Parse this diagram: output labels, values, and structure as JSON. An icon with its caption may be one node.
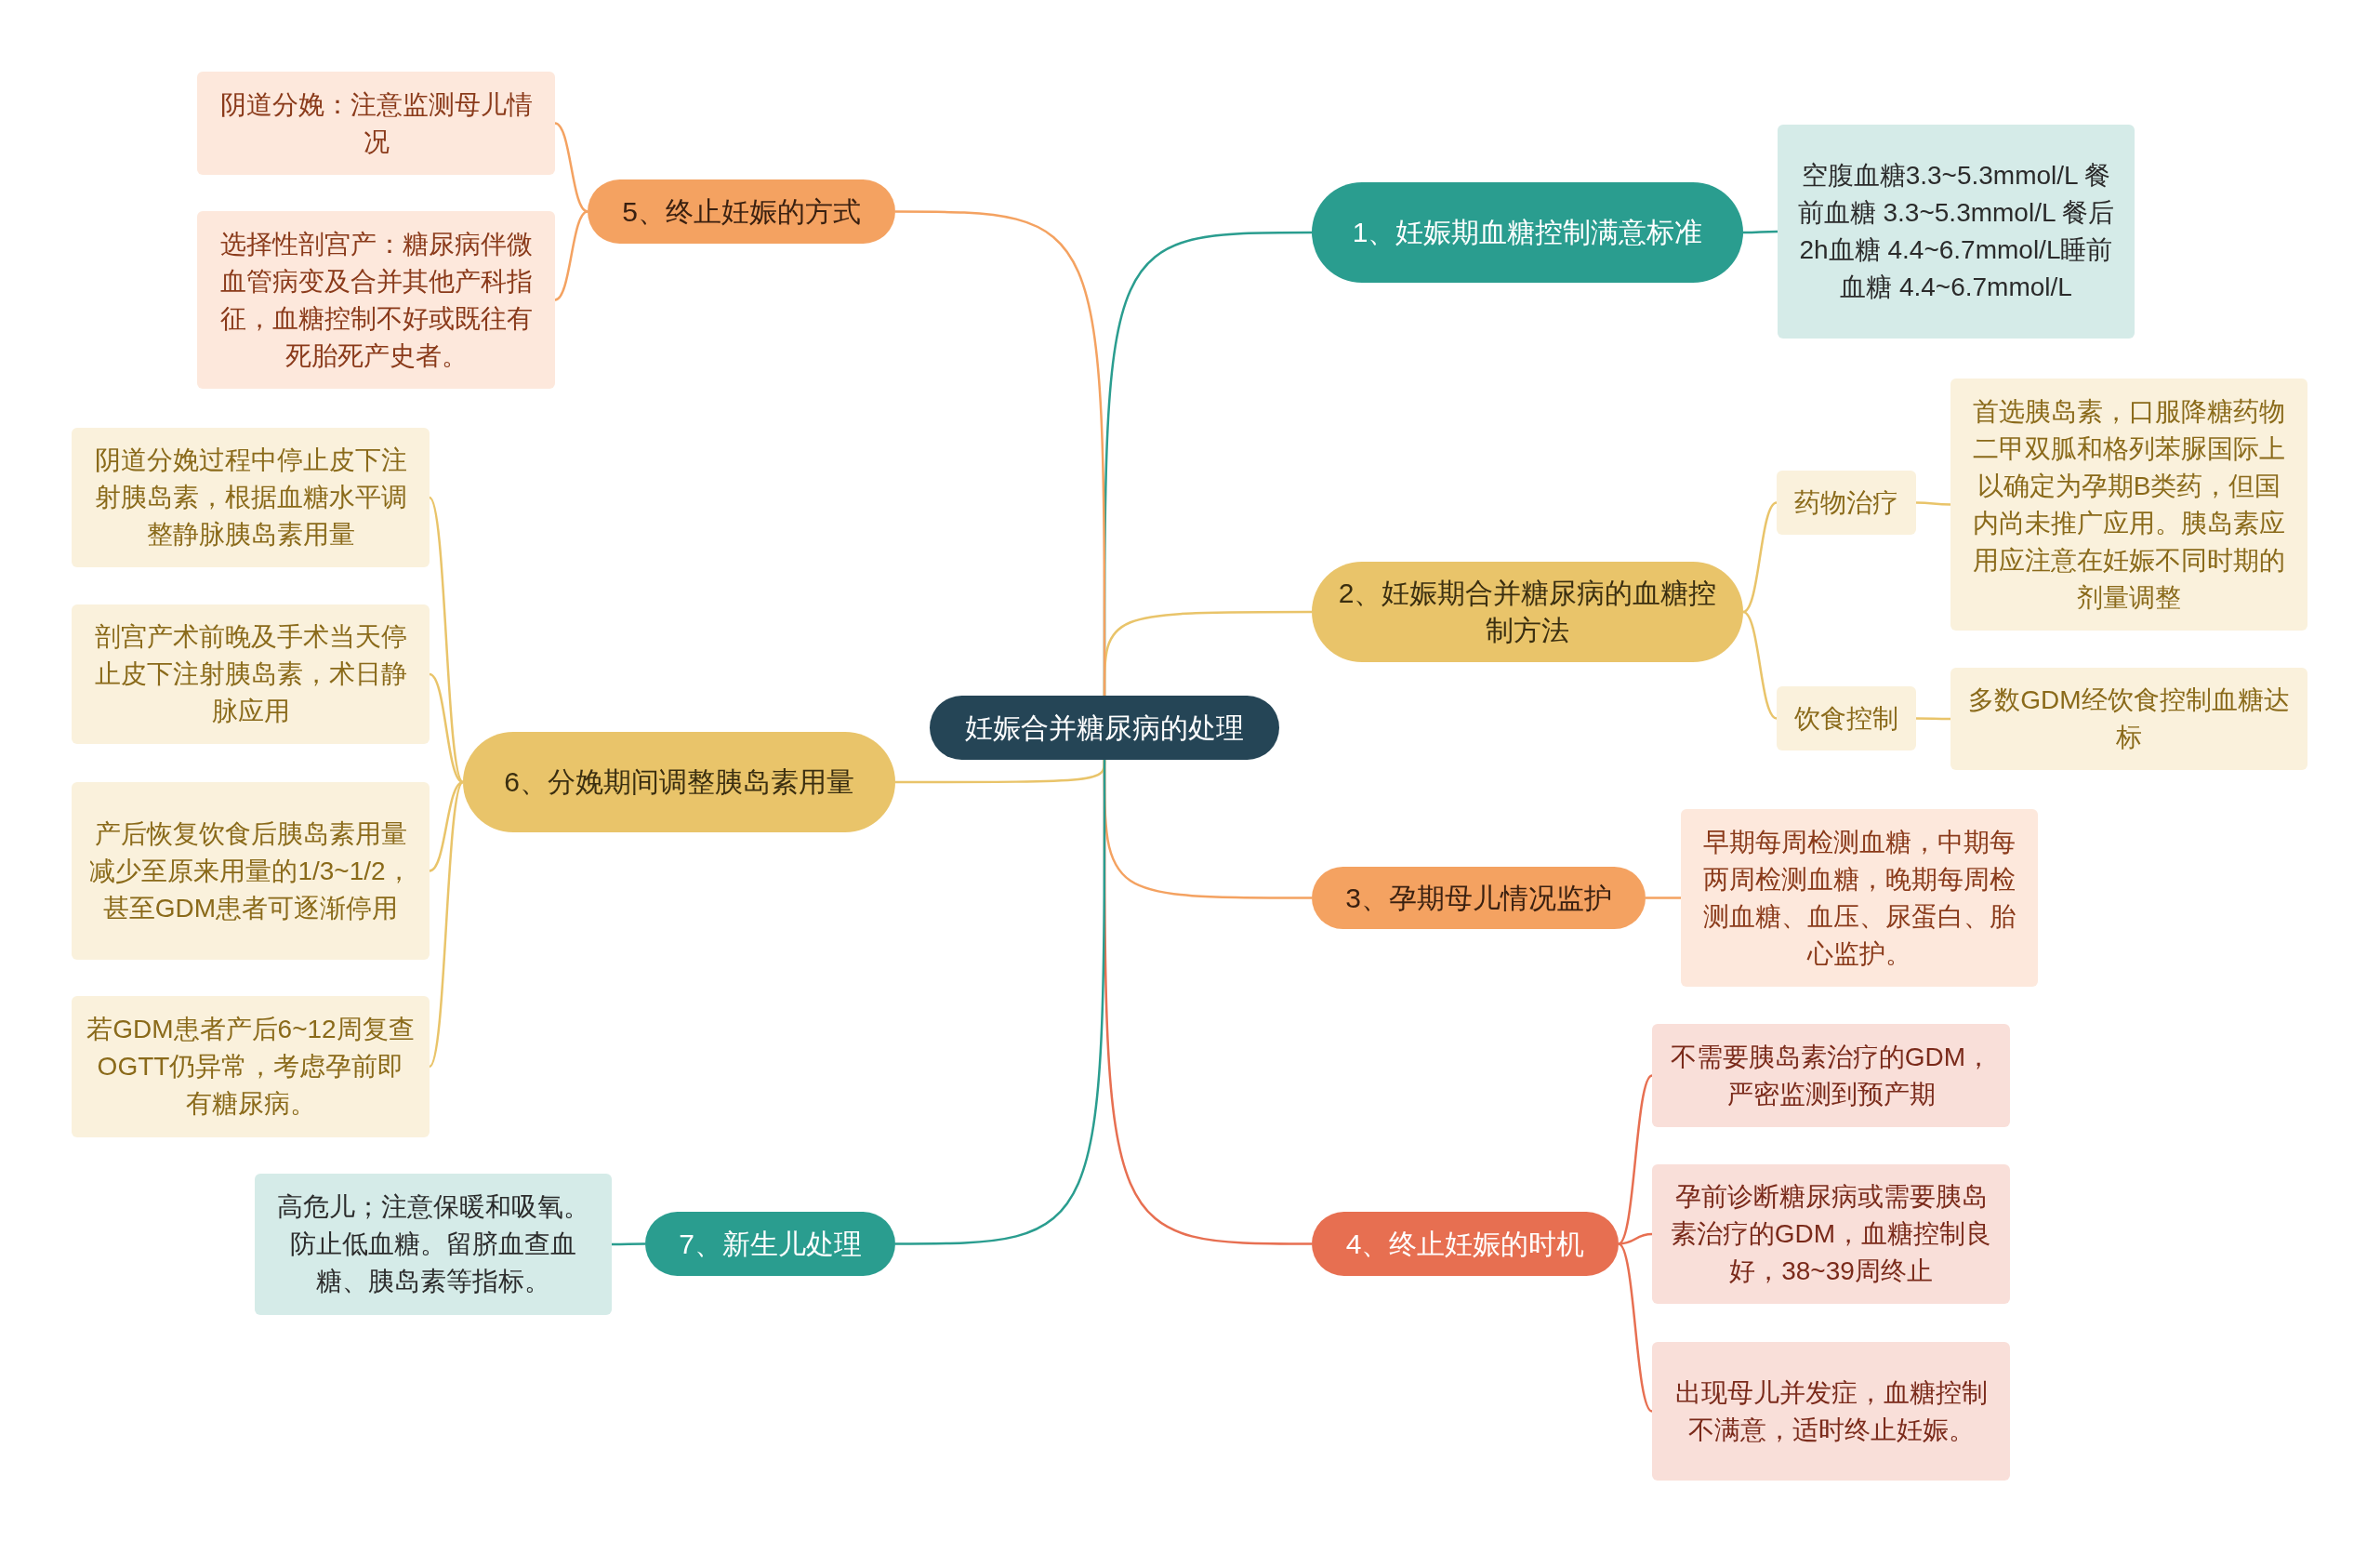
{
  "diagram": {
    "nodes": [
      {
        "text": [
          "妊娠合并糖尿病的处理"
        ]
      },
      {
        "text": [
          "1、妊娠期血糖控制满意标准"
        ]
      },
      {
        "text": [
          "空腹血糖3.3~5.3mmol/L 餐前血糖 3.3~5.3mmol/L 餐后2h血糖 4.4~6.7mmol/L睡前血糖 4.4~6.7mmol/L"
        ]
      },
      {
        "text": [
          "2、妊娠期合并糖尿病的血糖控制方法"
        ]
      },
      {
        "text": [
          "药物治疗"
        ]
      },
      {
        "text": [
          "首选胰岛素，口服降糖药物二甲双胍和格列苯脲国际上以确定为孕期B类药，但国内尚未推广应用。胰岛素应用应注意在妊娠不同时期的剂量调整"
        ]
      },
      {
        "text": [
          "饮食控制"
        ]
      },
      {
        "text": [
          "多数GDM经饮食控制血糖达标"
        ]
      },
      {
        "text": [
          "3、孕期母儿情况监护"
        ]
      },
      {
        "text": [
          "早期每周检测血糖，中期每两周检测血糖，晚期每周检测血糖、血压、尿蛋白、胎心监护。"
        ]
      },
      {
        "text": [
          "4、终止妊娠的时机"
        ]
      },
      {
        "text": [
          "不需要胰岛素治疗的GDM，严密监测到预产期"
        ]
      },
      {
        "text": [
          "孕前诊断糖尿病或需要胰岛素治疗的GDM，血糖控制良好，38~39周终止"
        ]
      },
      {
        "text": [
          "出现母儿并发症，血糖控制不满意，适时终止妊娠。"
        ]
      },
      {
        "text": [
          "5、终止妊娠的方式"
        ]
      },
      {
        "text": [
          "阴道分娩：注意监测母儿情况"
        ]
      },
      {
        "text": [
          "选择性剖宫产：糖尿病伴微血管病变及合并其他产科指征，血糖控制不好或既往有死胎死产史者。"
        ]
      },
      {
        "text": [
          "6、分娩期间调整胰岛素用量"
        ]
      },
      {
        "text": [
          "阴道分娩过程中停止皮下注射胰岛素，根据血糖水平调整静脉胰岛素用量"
        ]
      },
      {
        "text": [
          "剖宫产术前晚及手术当天停止皮下注射胰岛素，术日静脉应用"
        ]
      },
      {
        "text": [
          "产后恢复饮食后胰岛素用量减少至原来用量的1/3~1/2，甚至GDM患者可逐渐停用"
        ]
      },
      {
        "text": [
          "若GDM患者产后6~12周复查OGTT仍异常，考虑孕前即有糖尿病。"
        ]
      },
      {
        "text": [
          "7、新生儿处理"
        ]
      },
      {
        "text": [
          "高危儿；注意保暖和吸氧。防止低血糖。留脐血查血糖、胰岛素等指标。"
        ]
      }
    ],
    "edges": [
      {
        "from": 0,
        "to": 1,
        "arrow": "none",
        "color": "#2a9d8f"
      },
      {
        "from": 1,
        "to": 2,
        "arrow": "none",
        "color": "#2a9d8f"
      },
      {
        "from": 0,
        "to": 3,
        "arrow": "none",
        "color": "#e9c46a"
      },
      {
        "from": 3,
        "to": 4,
        "arrow": "none",
        "color": "#e9c46a"
      },
      {
        "from": 4,
        "to": 5,
        "arrow": "none",
        "color": "#e9c46a"
      },
      {
        "from": 3,
        "to": 6,
        "arrow": "none",
        "color": "#e9c46a"
      },
      {
        "from": 6,
        "to": 7,
        "arrow": "none",
        "color": "#e9c46a"
      },
      {
        "from": 0,
        "to": 8,
        "arrow": "none",
        "color": "#f4a261"
      },
      {
        "from": 8,
        "to": 9,
        "arrow": "none",
        "color": "#f4a261"
      },
      {
        "from": 0,
        "to": 10,
        "arrow": "none",
        "color": "#e76f51"
      },
      {
        "from": 10,
        "to": 11,
        "arrow": "none",
        "color": "#e76f51"
      },
      {
        "from": 10,
        "to": 12,
        "arrow": "none",
        "color": "#e76f51"
      },
      {
        "from": 10,
        "to": 13,
        "arrow": "none",
        "color": "#e76f51"
      },
      {
        "from": 0,
        "to": 14,
        "arrow": "none",
        "color": "#f4a261"
      },
      {
        "from": 14,
        "to": 15,
        "arrow": "none",
        "color": "#f4a261"
      },
      {
        "from": 14,
        "to": 16,
        "arrow": "none",
        "color": "#f4a261"
      },
      {
        "from": 0,
        "to": 17,
        "arrow": "none",
        "color": "#e9c46a"
      },
      {
        "from": 17,
        "to": 18,
        "arrow": "none",
        "color": "#e9c46a"
      },
      {
        "from": 17,
        "to": 19,
        "arrow": "none",
        "color": "#e9c46a"
      },
      {
        "from": 17,
        "to": 20,
        "arrow": "none",
        "color": "#e9c46a"
      },
      {
        "from": 17,
        "to": 21,
        "arrow": "none",
        "color": "#e9c46a"
      },
      {
        "from": 0,
        "to": 22,
        "arrow": "none",
        "color": "#2a9d8f"
      },
      {
        "from": 22,
        "to": 23,
        "arrow": "none",
        "color": "#2a9d8f"
      }
    ]
  }
}
